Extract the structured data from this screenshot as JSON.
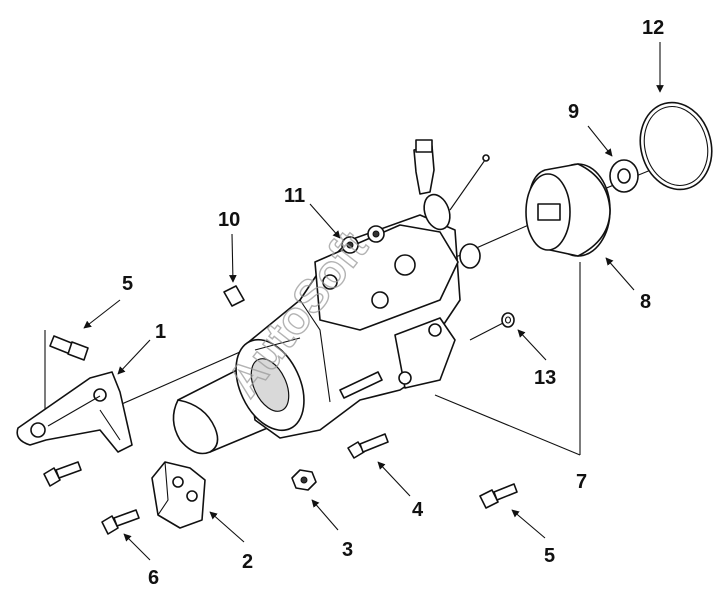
{
  "callouts": {
    "c1": "1",
    "c2": "2",
    "c3": "3",
    "c4": "4",
    "c5a": "5",
    "c5b": "5",
    "c6": "6",
    "c7": "7",
    "c8": "8",
    "c9": "9",
    "c10": "10",
    "c11": "11",
    "c12": "12",
    "c13": "13"
  },
  "watermark": "AutoSoft",
  "colors": {
    "ink": "#111111",
    "watermark": "#9a9a9a",
    "background": "#ffffff"
  }
}
